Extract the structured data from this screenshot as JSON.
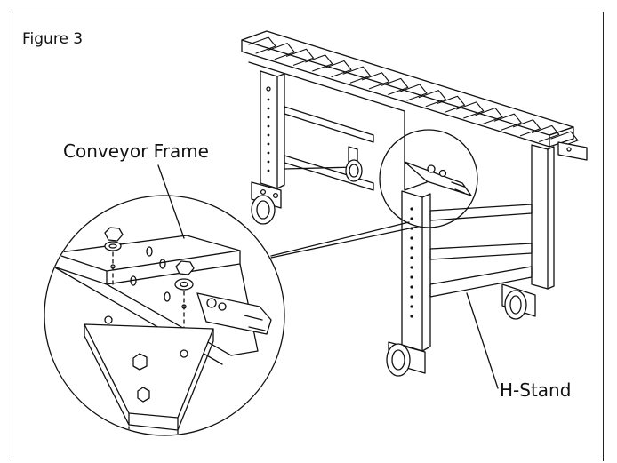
{
  "figure": {
    "title": "Figure 3",
    "callouts": {
      "conveyor_frame": "Conveyor Frame",
      "h_stand": "H-Stand"
    }
  }
}
